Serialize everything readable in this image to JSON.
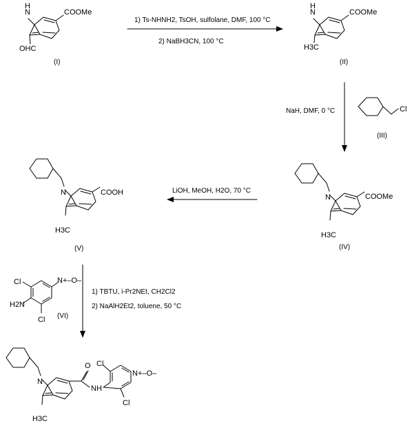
{
  "compounds": {
    "c1": {
      "id": "(I)",
      "ester": "COOMe",
      "nh": "H",
      "aldehyde": "OHC"
    },
    "c2": {
      "id": "(II)",
      "ester": "COOMe",
      "nh": "H",
      "methyl": "H3C"
    },
    "c3": {
      "id": "(III)",
      "cl": "Cl"
    },
    "c4": {
      "id": "(IV)",
      "ester": "COOMe",
      "methyl": "H3C"
    },
    "c5": {
      "id": "(V)",
      "acid": "COOH",
      "methyl": "H3C"
    },
    "c6": {
      "id": "(VI)",
      "cl_top": "Cl",
      "cl_bottom": "Cl",
      "amine": "H2N",
      "noxide": "N+–O–"
    },
    "product": {
      "amide_o": "O",
      "amide_nh": "NH",
      "cl_top": "Cl",
      "cl_bottom": "Cl",
      "noxide": "N+–O–",
      "methyl": "H3C"
    }
  },
  "atoms": {
    "N": "N",
    "H": "H",
    "O": "O",
    "C": "C",
    "plus": "+",
    "minus": "–",
    "sub2": "2",
    "sub3": "3"
  },
  "steps": {
    "s1_line1": "1) Ts-NHNH2, TsOH, sulfolane, DMF, 100 °C",
    "s1_line2": "2) NaBH3CN, 100 °C",
    "s2": "NaH, DMF, 0 °C",
    "s3": "LiOH, MeOH, H2O, 70 °C",
    "s4_line1": "1) TBTU, i-Pr2NEt, CH2Cl2",
    "s4_line2": "2) NaAlH2Et2, toluene, 50 °C"
  }
}
